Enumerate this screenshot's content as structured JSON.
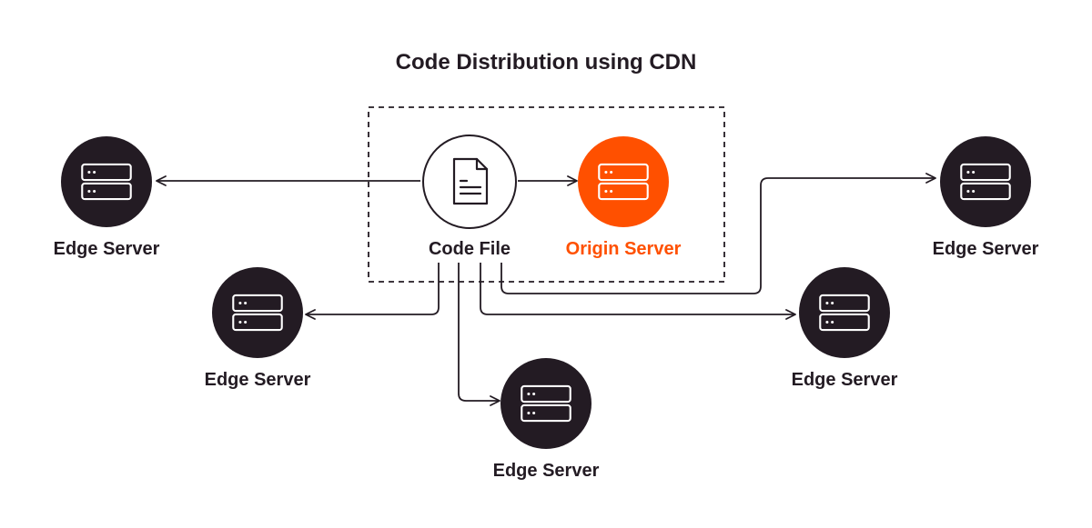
{
  "title": "Code Distribution using CDN",
  "colors": {
    "dark": "#231b23",
    "accent": "#ff5000",
    "text": "#231b23",
    "background": "#ffffff"
  },
  "nodes": {
    "code_file": {
      "label": "Code File",
      "icon": "document-icon"
    },
    "origin_server": {
      "label": "Origin Server",
      "icon": "server-icon"
    },
    "edge_left": {
      "label": "Edge Server",
      "icon": "server-icon"
    },
    "edge_mid_left": {
      "label": "Edge Server",
      "icon": "server-icon"
    },
    "edge_bottom": {
      "label": "Edge Server",
      "icon": "server-icon"
    },
    "edge_mid_right": {
      "label": "Edge Server",
      "icon": "server-icon"
    },
    "edge_right": {
      "label": "Edge Server",
      "icon": "server-icon"
    }
  },
  "connections": [
    {
      "from": "code_file",
      "to": "edge_left"
    },
    {
      "from": "code_file",
      "to": "origin_server"
    },
    {
      "from": "code_file",
      "to": "edge_mid_left"
    },
    {
      "from": "code_file",
      "to": "edge_bottom"
    },
    {
      "from": "code_file",
      "to": "edge_mid_right"
    },
    {
      "from": "code_file",
      "to": "edge_right"
    }
  ]
}
